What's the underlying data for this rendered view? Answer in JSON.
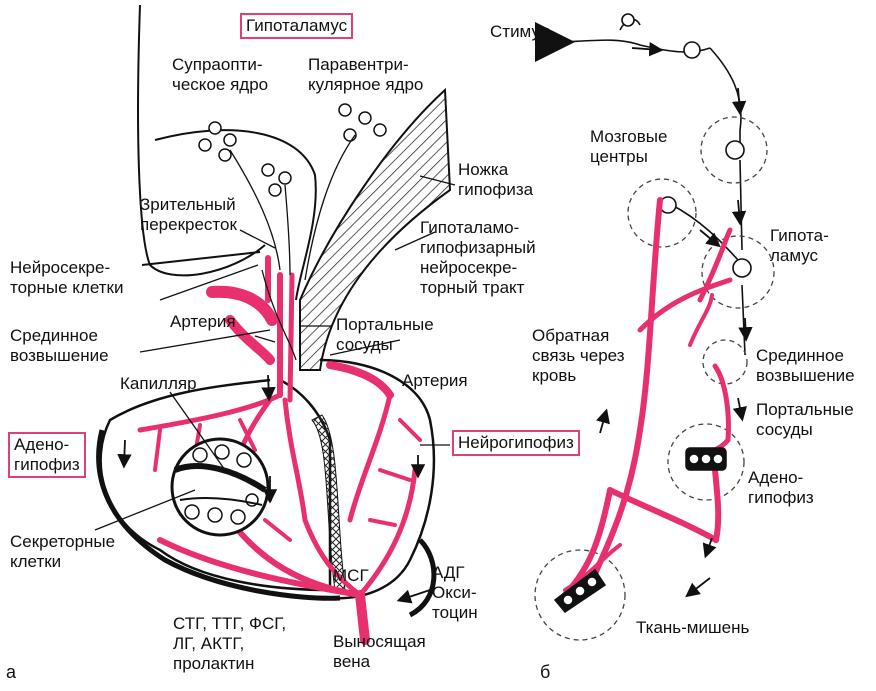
{
  "colors": {
    "vessel": "#e8306f",
    "frame": "#e0407a",
    "ink": "#111111"
  },
  "panel_a": {
    "letter": "а",
    "hypothalamus": "Гипоталамус",
    "supraoptic": "Супраопти-\nческое ядро",
    "paraventricular": "Паравентри-\nкулярное ядро",
    "optic_chiasm": "Зрительный\nперекресток",
    "stalk": "Ножка\nгипофиза",
    "tract": "Гипоталамо-\nгипофизарный\nнейросекре-\nторный тракт",
    "neurosecretory": "Нейросекре-\nторные клетки",
    "artery_left": "Артерия",
    "median_eminence": "Срединное\nвозвышение",
    "portal": "Портальные\nсосуды",
    "capillary": "Капилляр",
    "artery_right": "Артерия",
    "adenohypophysis": "Адено-\nгипофиз",
    "neurohypophysis": "Нейрогипофиз",
    "secretory": "Секреторные\nклетки",
    "msg": "МСГ",
    "adh": "АДГ\nОкси-\nтоцин",
    "hormones": "СТГ, ТТГ, ФСГ,\nЛГ, АКТГ,\nпролактин",
    "vein": "Выносящая\nвена"
  },
  "panel_b": {
    "letter": "б",
    "stimulus": "Стимул",
    "brain_centers": "Мозговые\nцентры",
    "hypothalamus": "Гипота-\nламус",
    "feedback": "Обратная\nсвязь через\nкровь",
    "median_eminence": "Срединное\nвозвышение",
    "portal": "Портальные\nсосуды",
    "adenohypophysis": "Адено-\nгипофиз",
    "target": "Ткань-мишень"
  }
}
